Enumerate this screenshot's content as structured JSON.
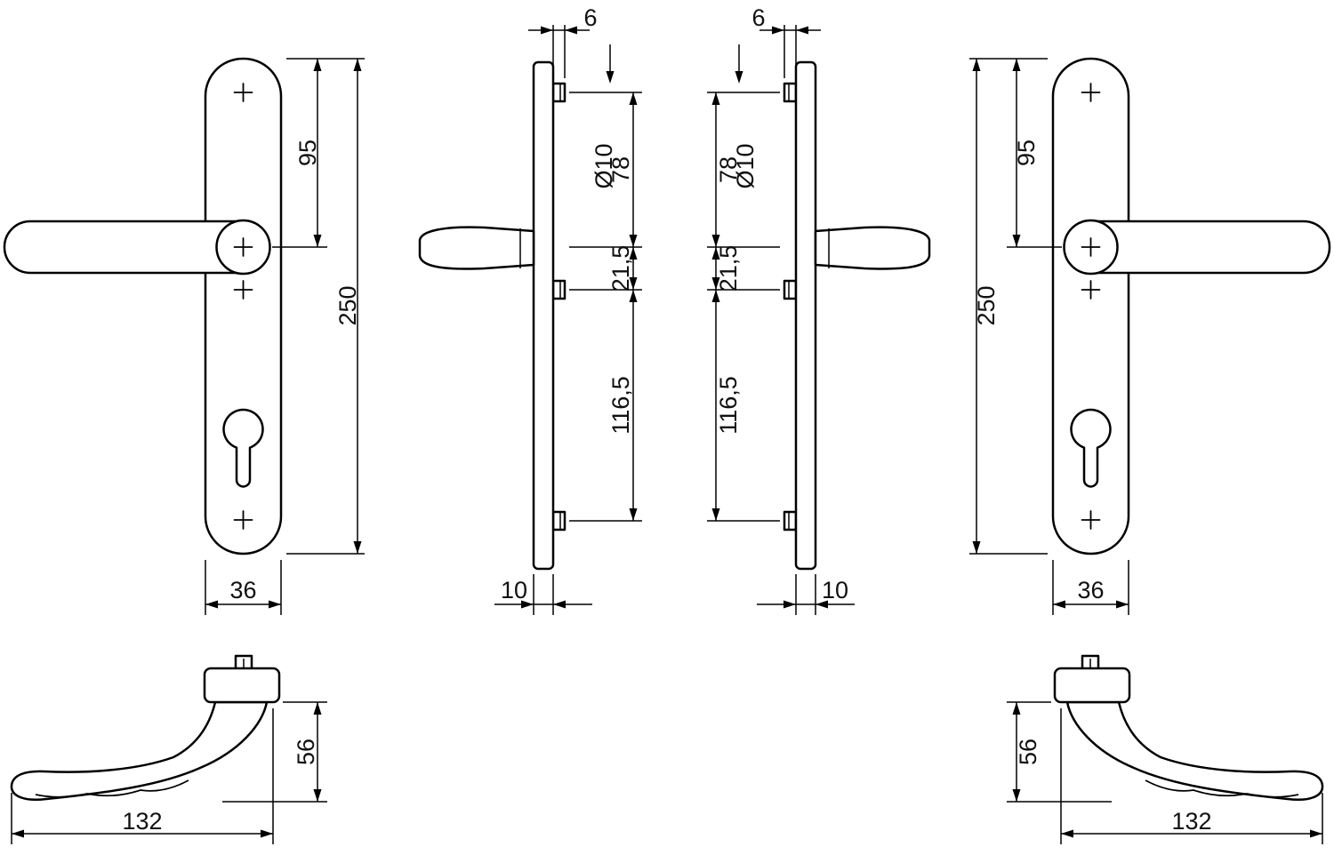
{
  "page": {
    "background": "#ffffff",
    "line_color": "#000000",
    "drawing_type": "door-handle-set-dimension-drawing"
  },
  "views": {
    "front_left": {
      "dim_95": "95",
      "dim_250": "250",
      "dim_36": "36"
    },
    "front_right": {
      "dim_95": "95",
      "dim_250": "250",
      "dim_36": "36"
    },
    "side_left": {
      "dim_6": "6",
      "dim_diameter": "Ø10",
      "dim_78": "78",
      "dim_21_5": "21,5",
      "dim_116_5": "116,5",
      "dim_10": "10"
    },
    "side_right": {
      "dim_6": "6",
      "dim_diameter": "Ø10",
      "dim_78": "78",
      "dim_21_5": "21,5",
      "dim_116_5": "116,5",
      "dim_10": "10"
    },
    "top_left": {
      "dim_56": "56",
      "dim_132": "132"
    },
    "top_right": {
      "dim_56": "56",
      "dim_132": "132"
    }
  }
}
